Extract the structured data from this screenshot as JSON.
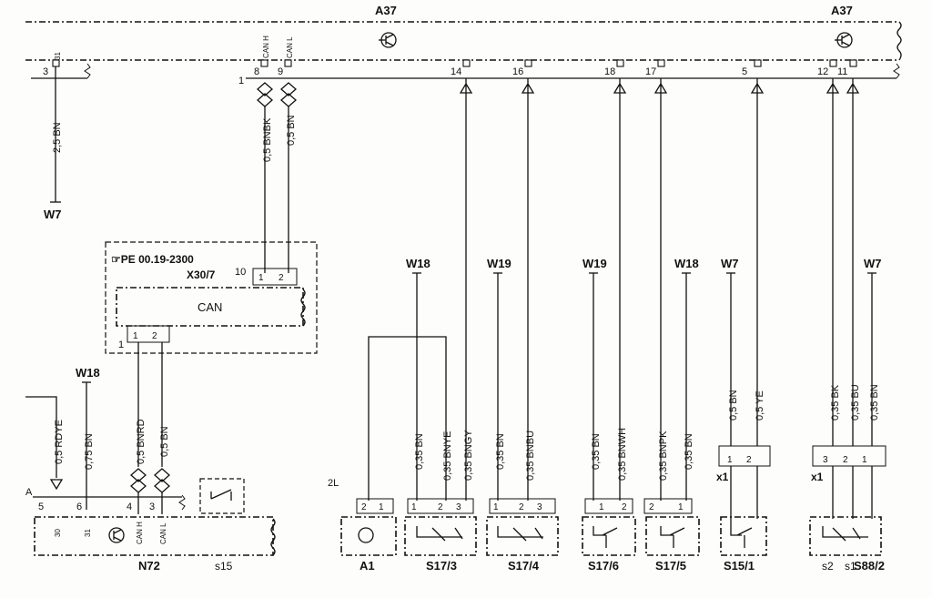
{
  "module_top": {
    "label": "A37",
    "label2": "A37",
    "pin_label": "1"
  },
  "ground_top": {
    "pin": "3",
    "sub": "31",
    "wire": "2,5 BN",
    "dest": "W7"
  },
  "can_pins": [
    {
      "pin": "8",
      "name": "CAN H",
      "wire": "0,5 BNBK"
    },
    {
      "pin": "9",
      "name": "CAN L",
      "wire": "0,5 BN"
    }
  ],
  "connector_box": {
    "ref": "☞PE 00.19-2300",
    "name": "X30/7",
    "pin_num": "10",
    "pin_a": "1",
    "pin_b": "2",
    "module": "CAN",
    "bottom_pin": "1",
    "bottom_a": "1",
    "bottom_b": "2"
  },
  "top_pins": [
    "14",
    "16",
    "18",
    "17",
    "5",
    "12",
    "11"
  ],
  "grounds": [
    "W18",
    "W19",
    "W19",
    "W18",
    "W7",
    "W7"
  ],
  "wires": [
    "0,35 BN",
    "0,35 BNYE",
    "0,35 BNGY",
    "0,35 BN",
    "0,35 BNBU",
    "0,35 BN",
    "0,35 BNWH",
    "0,35 BNPK",
    "0,35 BN",
    "0,5 BN",
    "0,5 YE",
    "0,35 BK",
    "0,35 BU",
    "0,35 BN"
  ],
  "n72": {
    "label": "N72",
    "conn": "A",
    "ground": "W18",
    "wires": [
      "0,5 RDYE",
      "0,75 BN",
      "0,5 BNRD",
      "0,5 BN"
    ],
    "pins": [
      "5",
      "6",
      "4",
      "3"
    ],
    "subpins": [
      "30",
      "31",
      "CAN H",
      "CAN L"
    ],
    "s15": "s15"
  },
  "switches": [
    {
      "label": "A1",
      "conn": "2L",
      "pins": [
        "2",
        "1"
      ]
    },
    {
      "label": "S17/3",
      "pins": [
        "1",
        "2",
        "3"
      ]
    },
    {
      "label": "S17/4",
      "pins": [
        "1",
        "2",
        "3"
      ]
    },
    {
      "label": "S17/6",
      "pins": [
        "1",
        "2"
      ]
    },
    {
      "label": "S17/5",
      "pins": [
        "2",
        "1"
      ]
    },
    {
      "label": "S15/1",
      "conn": "x1",
      "pins": [
        "1",
        "2"
      ]
    },
    {
      "label": "S88/2",
      "conn": "x1",
      "pins": [
        "3",
        "2",
        "1"
      ],
      "sub_a": "s2",
      "sub_b": "s1"
    }
  ]
}
